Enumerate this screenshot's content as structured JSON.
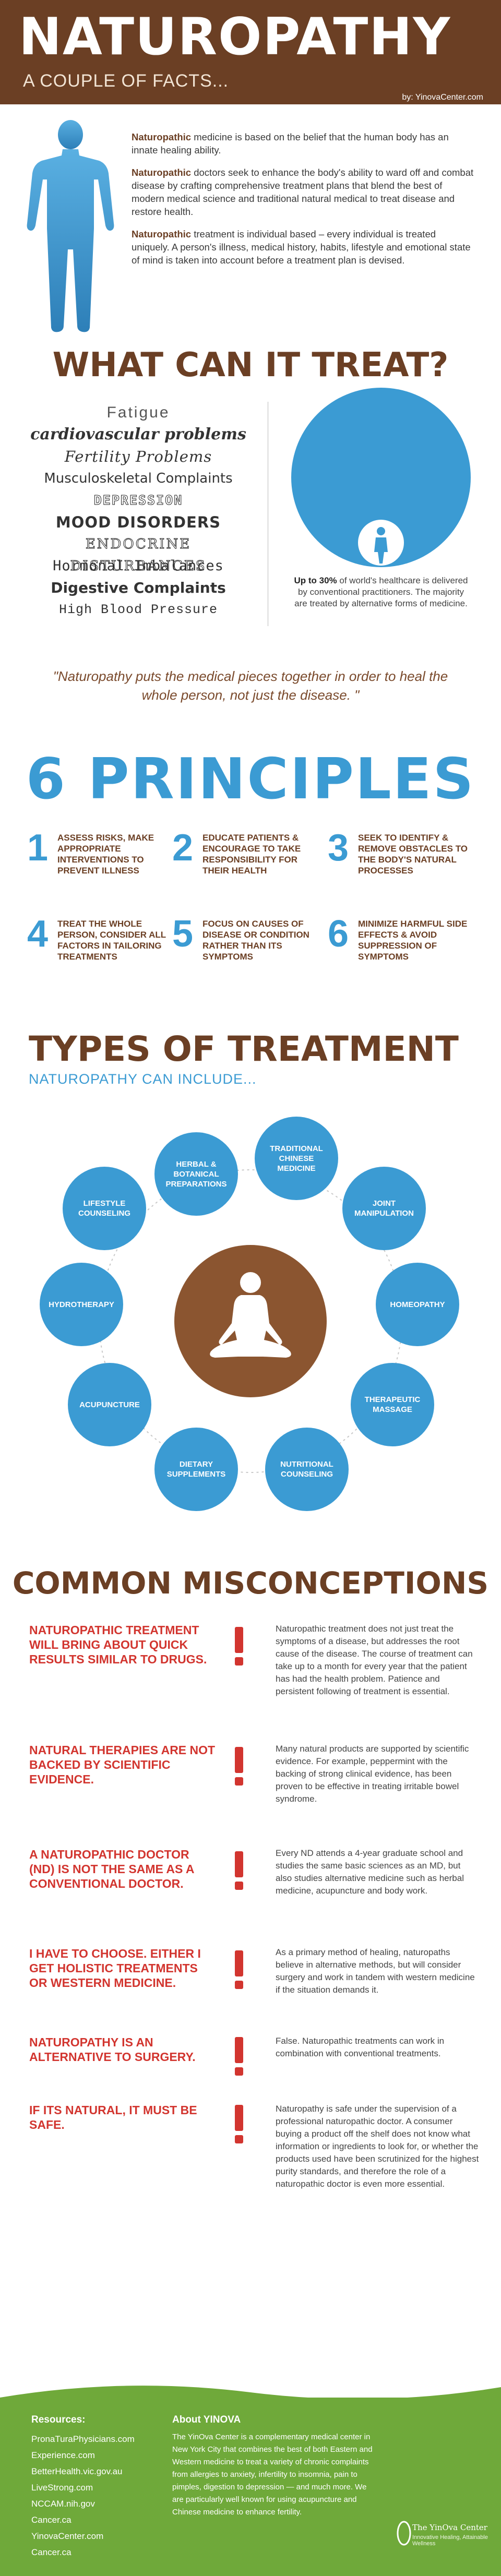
{
  "header": {
    "title": "NATUROPATHY",
    "subtitle": "A COUPLE OF FACTS...",
    "byline": "by: YinovaCenter.com"
  },
  "intro": {
    "p1_bold": "Naturopathic",
    "p1_rest": " medicine is based on the belief that the human body has an innate healing ability.",
    "p2_bold": "Naturopathic",
    "p2_rest": " doctors seek to enhance the body's ability to ward off and combat disease by crafting comprehensive treatment plans that blend the best of modern medical science and traditional natural medical to treat disease and restore health.",
    "p3_bold": "Naturopathic",
    "p3_rest": " treatment is individual based – every individual is treated uniquely. A person's illness, medical history, habits, lifestyle and emotional state of mind is taken into account before a treatment plan is devised."
  },
  "treat": {
    "title": "WHAT CAN IT TREAT?",
    "conditions": [
      "Fatigue",
      "cardiovascular problems",
      "Fertility Problems",
      "Musculoskeletal Complaints",
      "DEPRESSION",
      "MOOD DISORDERS",
      "ENDOCRINE DISTURBANCES",
      "Hormonal Imbalances",
      "Digestive Complaints",
      "High Blood Pressure"
    ],
    "caption_bold": "Up to 30%",
    "caption_rest": " of world's healthcare is delivered by conventional practitioners. The majority are treated by alternative forms of medicine.",
    "share_conventional": 0.3
  },
  "quote": "\"Naturopathy puts the medical pieces together in order to heal the whole person, not just the disease. \"",
  "principles": {
    "title": "6 PRINCIPLES",
    "items": [
      {
        "num": "1",
        "text": "ASSESS RISKS, MAKE APPROPRIATE INTERVENTIONS TO PREVENT ILLNESS"
      },
      {
        "num": "2",
        "text": "EDUCATE PATIENTS & ENCOURAGE TO TAKE RESPONSIBILITY FOR THEIR HEALTH"
      },
      {
        "num": "3",
        "text": "SEEK TO IDENTIFY & REMOVE OBSTACLES TO THE BODY'S NATURAL PROCESSES"
      },
      {
        "num": "4",
        "text": "TREAT THE WHOLE PERSON, CONSIDER ALL FACTORS IN TAILORING TREATMENTS"
      },
      {
        "num": "5",
        "text": "FOCUS ON CAUSES OF DISEASE OR CONDITION RATHER THAN ITS SYMPTOMS"
      },
      {
        "num": "6",
        "text": "MINIMIZE HARMFUL SIDE EFFECTS & AVOID SUPPRESSION OF SYMPTOMS"
      }
    ]
  },
  "types": {
    "title": "TYPES OF TREATMENT",
    "subtitle": "NATUROPATHY CAN INCLUDE...",
    "items": [
      "HERBAL & BOTANICAL PREPARATIONS",
      "TRADITIONAL CHINESE MEDICINE",
      "JOINT MANIPULATION",
      "HOMEOPATHY",
      "THERAPEUTIC MASSAGE",
      "NUTRITIONAL COUNSELING",
      "DIETARY SUPPLEMENTS",
      "ACUPUNCTURE",
      "HYDROTHERAPY",
      "LIFESTYLE COUNSELING"
    ]
  },
  "misconceptions": {
    "title": "COMMON MISCONCEPTIONS",
    "items": [
      {
        "myth": "NATUROPATHIC TREATMENT WILL BRING ABOUT QUICK RESULTS SIMILAR TO DRUGS.",
        "fact": "Naturopathic treatment does not just treat the symptoms of a disease, but addresses the root cause of the disease. The course of treatment can take up to a month for every year that the patient has had the health problem. Patience and persistent following of treatment is essential."
      },
      {
        "myth": "NATURAL THERAPIES ARE NOT BACKED BY SCIENTIFIC EVIDENCE.",
        "fact": "Many natural products are supported by scientific evidence. For example, peppermint with the backing of strong clinical evidence, has been proven to be effective in treating irritable bowel syndrome."
      },
      {
        "myth": "A NATUROPATHIC DOCTOR (ND) IS NOT THE SAME AS A CONVENTIONAL DOCTOR.",
        "fact": "Every ND attends a 4-year graduate school and studies the same basic sciences as an MD, but also studies alternative medicine such as herbal medicine, acupuncture and body work."
      },
      {
        "myth": "I HAVE TO CHOOSE. EITHER I GET HOLISTIC TREATMENTS OR WESTERN MEDICINE.",
        "fact": "As a primary method of healing, naturopaths believe in alternative methods, but will consider surgery and work in tandem with western medicine if the situation demands it."
      },
      {
        "myth": "NATUROPATHY IS AN ALTERNATIVE TO SURGERY.",
        "fact": "False. Naturopathic treatments can work in combination with conventional treatments."
      },
      {
        "myth": "IF ITS NATURAL, IT MUST BE SAFE.",
        "fact": "Naturopathy is safe under the supervision of a professional naturopathic doctor. A consumer buying a product off the shelf does not know what information or ingredients to look for, or whether the products used have been scrutinized for the highest purity standards, and therefore the role of a naturopathic doctor is even more essential."
      }
    ]
  },
  "footer": {
    "resources_title": "Resources:",
    "resources": [
      "PronaTuraPhysicians.com",
      "Experience.com",
      "BetterHealth.vic.gov.au",
      "LiveStrong.com",
      "NCCAM.nih.gov",
      "Cancer.ca",
      "YinovaCenter.com",
      "Cancer.ca"
    ],
    "about_title": "About YINOVA",
    "about_text": "The YinOva Center is a complementary medical center in New York City that combines the best of both Eastern and Western medicine to treat a variety of chronic complaints from allergies to anxiety, infertility to insomnia, pain to pimples, digestion to depression — and much more. We are particularly well known for using acupuncture and Chinese medicine to enhance fertility.",
    "logo_name": "The YinOva Center",
    "logo_tag": "Innovative Healing, Attainable Wellness"
  },
  "colors": {
    "brown": "#6b3f24",
    "blue": "#3b9bd3",
    "red": "#d2352f",
    "green": "#6fa93a"
  }
}
